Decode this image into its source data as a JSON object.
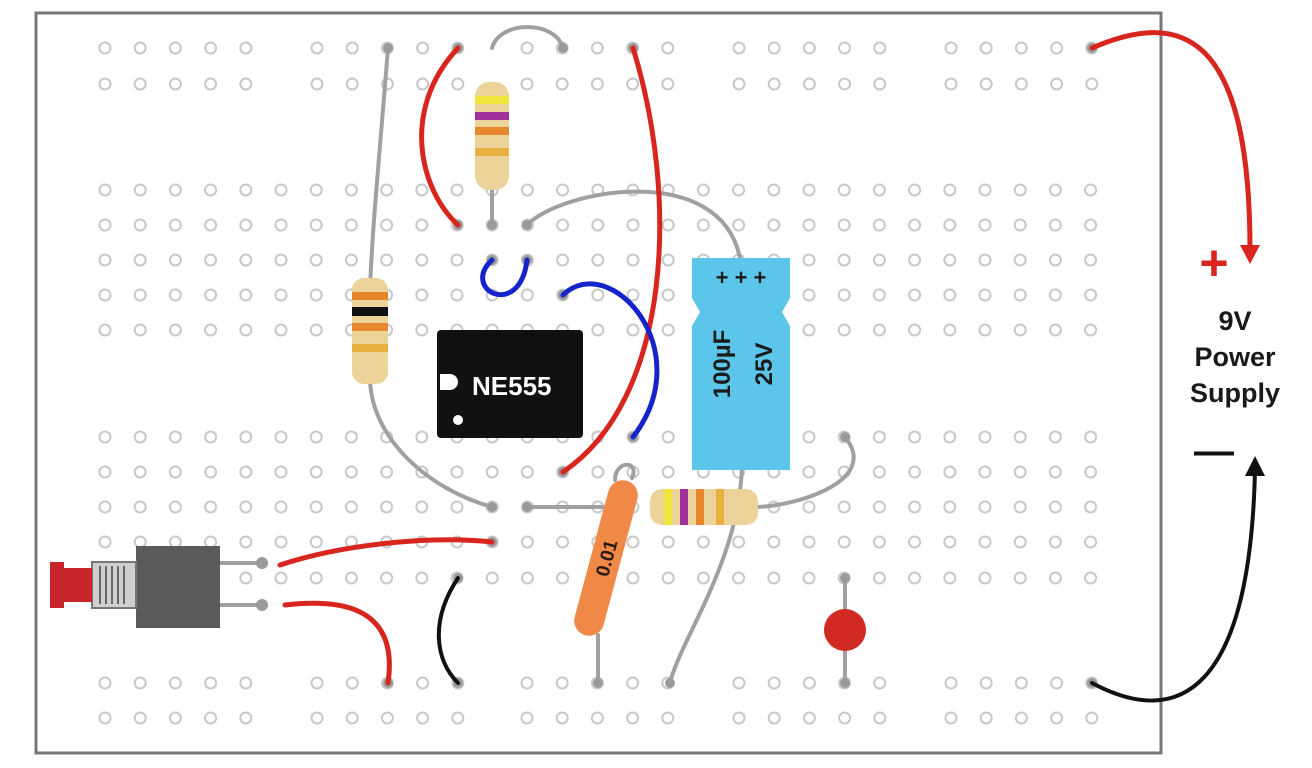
{
  "ic": {
    "label": "NE555"
  },
  "capacitor": {
    "polarity_marks": "+ + +",
    "value": "100µF",
    "voltage": "25V",
    "color": "#5cc6ea"
  },
  "small_capacitor": {
    "label": "0.01",
    "color": "#f08848"
  },
  "power_supply": {
    "plus_sign": "+",
    "minus_sign": "—",
    "line1": "9V",
    "line2": "Power",
    "line3": "Supply"
  },
  "colors": {
    "wire_red": "#d8261e",
    "wire_blue": "#1424c8",
    "wire_gray": "#a0a0a0",
    "wire_black": "#111111",
    "led": "#d02a22",
    "ic_body": "#111111",
    "board_border": "#777777"
  },
  "icons": [
    "pushbutton-switch-icon",
    "led-icon",
    "resistor-icon",
    "capacitor-icon",
    "ic-chip-icon"
  ]
}
